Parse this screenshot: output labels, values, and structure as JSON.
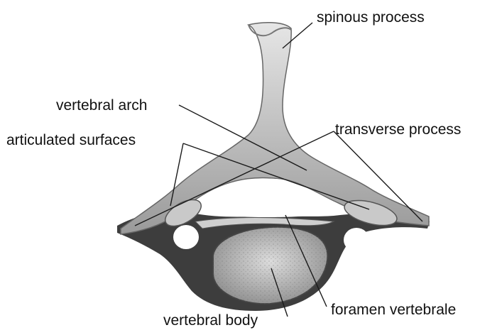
{
  "diagram": {
    "labels": {
      "spinous_process": "spinous process",
      "vertebral_arch": "vertebral arch",
      "articulated_surfaces": "articulated surfaces",
      "transverse_process": "transverse process",
      "foramen_vertebrale": "foramen vertebrale",
      "vertebral_body": "vertebral body"
    },
    "colors": {
      "background": "#ffffff",
      "bone_light": "#d9d9d9",
      "bone_mid": "#a8a8a8",
      "bone_dark": "#3c3c3c",
      "leader_line": "#1a1a1a",
      "text": "#111111"
    }
  }
}
